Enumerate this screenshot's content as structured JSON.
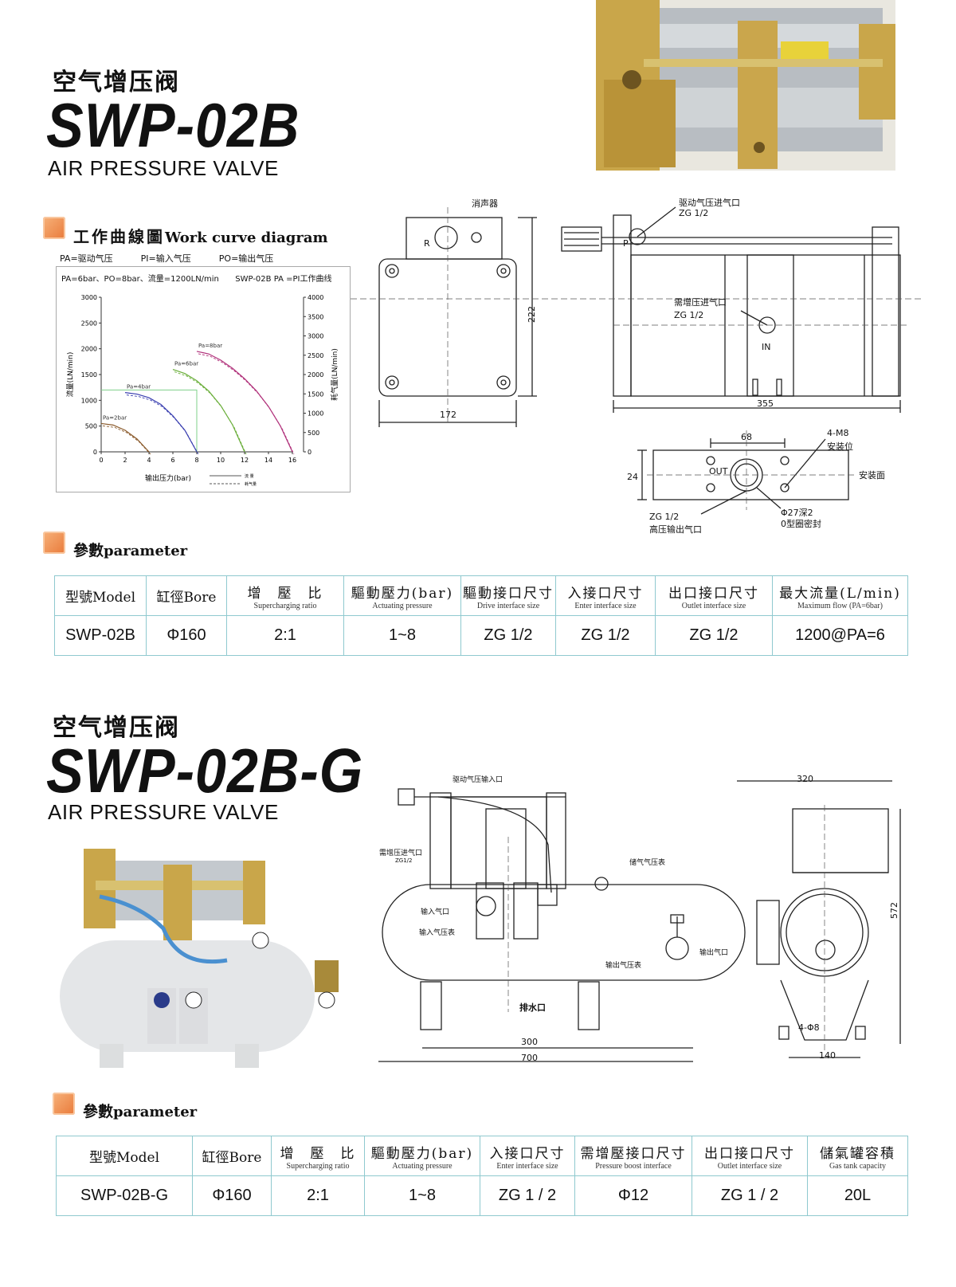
{
  "section1": {
    "title_cn": "空气增压阀",
    "model": "SWP-02B",
    "subtitle": "AIR PRESSURE VALVE",
    "curve": {
      "heading_cn": "工作曲線圖",
      "heading_en": "Work curve diagram",
      "legend_pa": "PA=驱动气压",
      "legend_pi": "PI=输入气压",
      "legend_po": "PO=输出气压",
      "condition": "PA=6bar、PO=8bar、流量=1200LN/min",
      "curve_note": "SWP-02B PA =PI工作曲线",
      "ylabel_left": "流量(LN/min)",
      "ylabel_right": "耗气量(LN/min)",
      "xlabel": "输出压力(bar)",
      "legend_solid": "流 量",
      "legend_dash": "耗气量",
      "chart_data": {
        "type": "line",
        "xlabel": "输出压力(bar)",
        "ylabel": "流量(LN/min)",
        "y2label": "耗气量(LN/min)",
        "xlim": [
          0,
          16
        ],
        "ylim": [
          0,
          3000
        ],
        "y2lim": [
          0,
          4000
        ],
        "x_ticks": [
          "0",
          "2",
          "4",
          "6",
          "8",
          "10",
          "12",
          "14",
          "16"
        ],
        "y_ticks": [
          "0",
          "500",
          "1000",
          "1500",
          "2000",
          "2500",
          "3000"
        ],
        "y2_ticks": [
          "0",
          "500",
          "1000",
          "1500",
          "2000",
          "2500",
          "3000",
          "3500",
          "4000"
        ],
        "series": [
          {
            "name": "Pa=2bar",
            "color": "#8a5a2b",
            "x": [
              0,
              1,
              2,
              3,
              4
            ],
            "values": [
              550,
              520,
              420,
              250,
              0
            ]
          },
          {
            "name": "Pa=4bar",
            "color": "#3a3fb0",
            "x": [
              2,
              3,
              4,
              5,
              6,
              7,
              8
            ],
            "values": [
              1150,
              1120,
              1050,
              920,
              700,
              420,
              0
            ]
          },
          {
            "name": "Pa=6bar",
            "color": "#6aae3a",
            "x": [
              6,
              7,
              8,
              9,
              10,
              11,
              12
            ],
            "values": [
              1600,
              1520,
              1380,
              1180,
              900,
              520,
              0
            ]
          },
          {
            "name": "Pa=8bar",
            "color": "#b0307a",
            "x": [
              8,
              9,
              10,
              11,
              12,
              13,
              14,
              15,
              16
            ],
            "values": [
              1950,
              1900,
              1780,
              1620,
              1420,
              1180,
              880,
              500,
              0
            ]
          }
        ],
        "reference": {
          "x": 8,
          "y": 1200
        }
      }
    },
    "drawing": {
      "silencer": "消声器",
      "r_label": "R",
      "dim_172": "172",
      "dim_222": "222",
      "drive_inlet": "驱动气压进气口",
      "drive_size": "ZG 1/2",
      "p_label": "P",
      "boost_inlet": "需增压进气口",
      "boost_size": "ZG 1/2",
      "in_label": "IN",
      "dim_355": "355",
      "dim_68": "68",
      "dim_24": "24",
      "out_label": "OUT",
      "mount_holes": "4-M8",
      "mount_pos": "安装位",
      "mount_face": "安装面",
      "outlet_size": "ZG 1/2",
      "outlet_label": "高压输出气口",
      "seal_size": "Φ27深2",
      "seal_label": "0型圈密封"
    },
    "params": {
      "heading_cn": "參數",
      "heading_en": "parameter",
      "headers": [
        {
          "cn": "型號Model",
          "en": ""
        },
        {
          "cn": "缸徑Bore",
          "en": ""
        },
        {
          "cn": "增　壓　比",
          "en": "Supercharging ratio"
        },
        {
          "cn": "驅動壓力(bar)",
          "en": "Actuating pressure"
        },
        {
          "cn": "驅動接口尺寸",
          "en": "Drive interface size"
        },
        {
          "cn": "入接口尺寸",
          "en": "Enter interface size"
        },
        {
          "cn": "出口接口尺寸",
          "en": "Outlet interface size"
        },
        {
          "cn": "最大流量(L/min)",
          "en": "Maximum flow  (PA=6bar)"
        }
      ],
      "row": [
        "SWP-02B",
        "Φ160",
        "2:1",
        "1~8",
        "ZG 1/2",
        "ZG 1/2",
        "ZG 1/2",
        "1200@PA=6"
      ]
    }
  },
  "section2": {
    "title_cn": "空气增压阀",
    "model": "SWP-02B-G",
    "subtitle": "AIR PRESSURE VALVE",
    "drawing": {
      "drive_inlet": "驱动气压输入口",
      "boost_inlet": "需增压进气口",
      "boost_size": "ZG1/2",
      "tank_gauge": "储气气压表",
      "in_port": "输入气口",
      "in_gauge": "输入气压表",
      "out_port": "输出气口",
      "out_gauge": "输出气压表",
      "drain": "排水口",
      "dim_300": "300",
      "dim_700": "700",
      "dim_320": "320",
      "dim_572": "572",
      "dim_140": "140",
      "holes": "4-Φ8"
    },
    "params": {
      "heading_cn": "參數",
      "heading_en": "parameter",
      "headers": [
        {
          "cn": "型號Model",
          "en": ""
        },
        {
          "cn": "缸徑Bore",
          "en": ""
        },
        {
          "cn": "增　壓　比",
          "en": "Supercharging ratio"
        },
        {
          "cn": "驅動壓力(bar)",
          "en": "Actuating pressure"
        },
        {
          "cn": "入接口尺寸",
          "en": "Enter interface size"
        },
        {
          "cn": "需增壓接口尺寸",
          "en": "Pressure boost interface"
        },
        {
          "cn": "出口接口尺寸",
          "en": "Outlet interface size"
        },
        {
          "cn": "儲氣罐容積",
          "en": "Gas tank capacity"
        }
      ],
      "row": [
        "SWP-02B-G",
        "Φ160",
        "2:1",
        "1~8",
        "ZG 1 / 2",
        "Φ12",
        "ZG 1 / 2",
        "20L"
      ]
    }
  },
  "colors": {
    "accent": "#e97a3a",
    "table_border": "#8fc9cf",
    "gold": "#c9a64a",
    "cylinder": "#c8ccd0"
  }
}
